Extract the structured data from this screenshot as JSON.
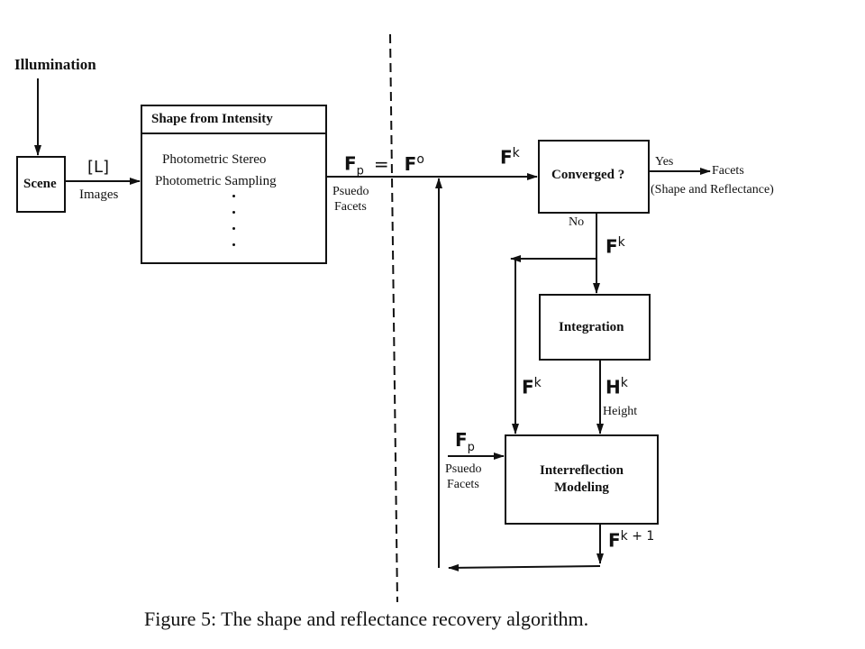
{
  "nodes": {
    "illumination": "Illumination",
    "scene": "Scene",
    "shape_title": "Shape  from Intensity",
    "shape_items": [
      "Photometric  Stereo",
      "Photometric Sampling"
    ],
    "converged": "Converged ?",
    "integration": "Integration",
    "interreflection": [
      "Interreflection",
      "Modeling"
    ]
  },
  "edge_labels": {
    "L": "[L]",
    "images": "Images",
    "yes": "Yes",
    "facets": "Facets",
    "facets_sub": "(Shape and Reflectance)",
    "no": "No",
    "height": "Height",
    "psuedo_facets_top": [
      "Psuedo",
      "Facets"
    ],
    "psuedo_facets_left": [
      "Psuedo",
      "Facets"
    ]
  },
  "symbols": {
    "F": "F",
    "H": "H",
    "p": "p",
    "eq": "=",
    "o": "o",
    "k": "k",
    "k_plus_1": "k + 1"
  },
  "caption": "Figure 5: The shape and reflectance recovery algorithm."
}
